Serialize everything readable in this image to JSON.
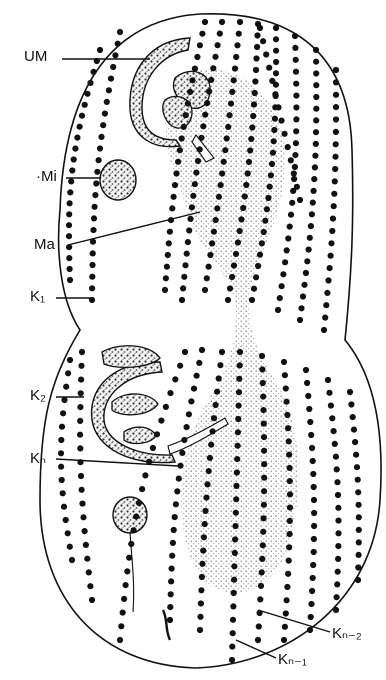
{
  "labels": {
    "um": "UM",
    "mi": "·Mi",
    "ma": "Ma",
    "k1": "K₁",
    "k2": "K₂",
    "kn": "Kₙ",
    "kn2": "Kₙ₋₂",
    "kn1": "Kₙ₋₁"
  },
  "colors": {
    "ink": "#111111",
    "stipple": "#d8d8d8",
    "body_fill": "#ffffff"
  }
}
